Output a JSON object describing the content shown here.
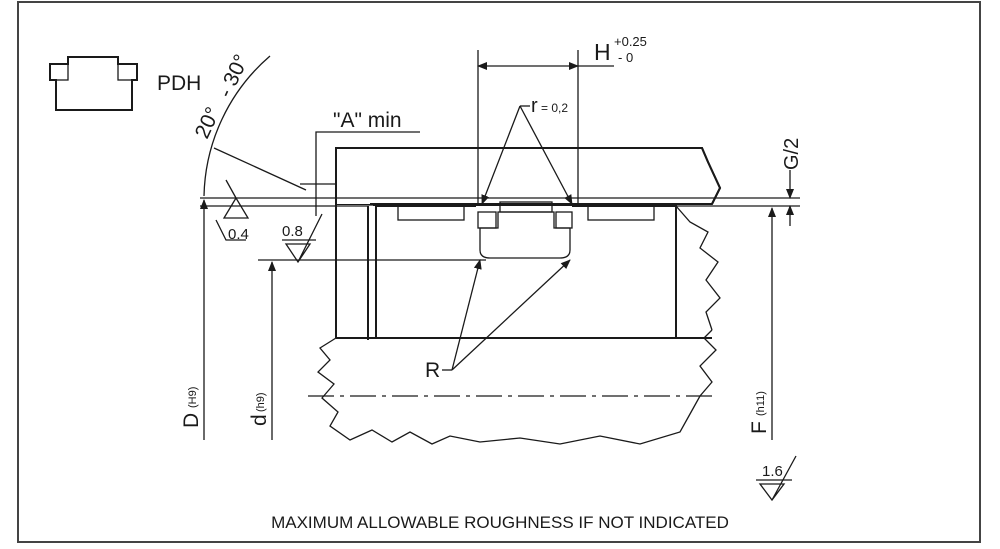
{
  "symbol": {
    "label": "PDH"
  },
  "angle": {
    "from": "20°",
    "to": "- 30°"
  },
  "dims": {
    "a_min": "\"A\" min",
    "h_label": "H",
    "h_tol_upper": "+0.25",
    "h_tol_lower": "- 0",
    "r_small": "r",
    "r_small_value": "= 0,2",
    "r_big": "R",
    "g_half": "G/2",
    "d_bore": "D",
    "d_bore_fit": "(H9)",
    "d_rod": "d",
    "d_rod_fit": "(h9)",
    "f_dia": "F",
    "f_fit": "(h11)"
  },
  "roughness": {
    "r04": "0.4",
    "r08": "0.8",
    "r16": "1.6"
  },
  "note": "MAXIMUM ALLOWABLE ROUGHNESS IF NOT INDICATED",
  "colors": {
    "seal_body": "#555555",
    "seal_strip": "#7a5a2a",
    "line": "#1a1a1a",
    "border": "#444444"
  }
}
